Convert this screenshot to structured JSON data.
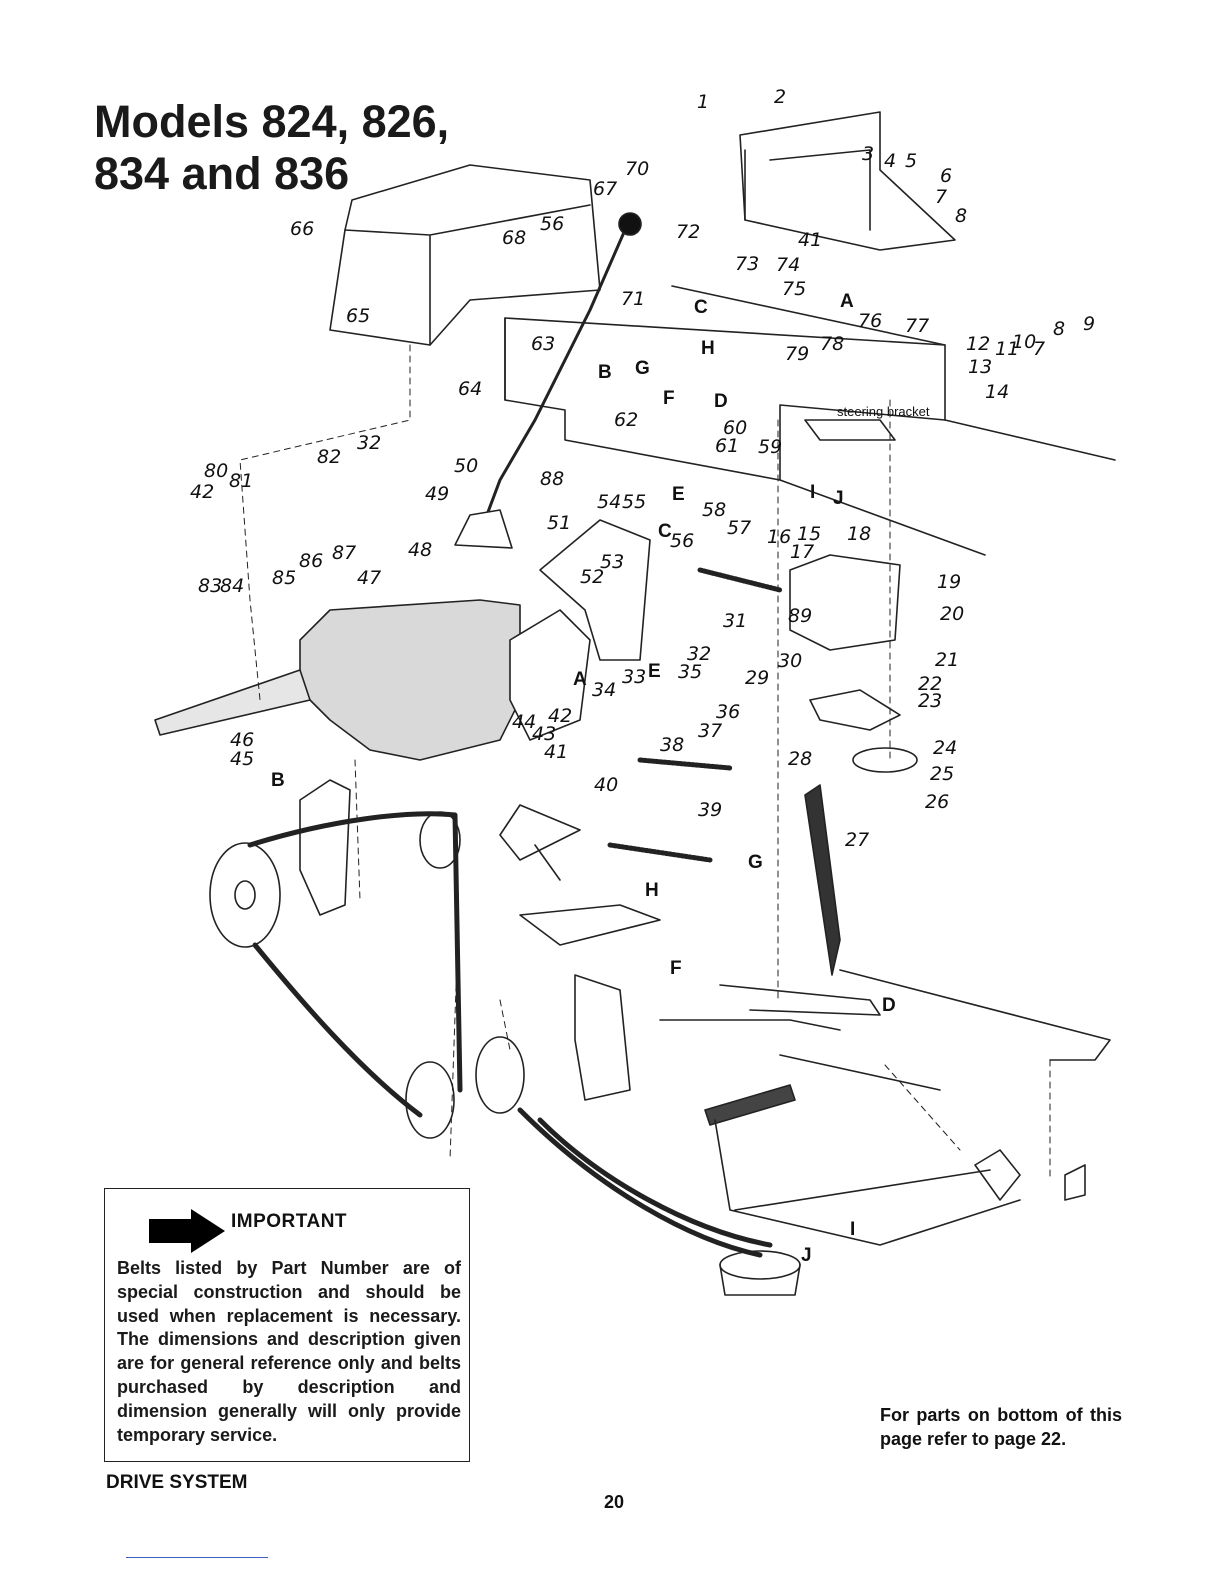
{
  "title": {
    "line1": "Models 824, 826,",
    "line2": "834 and 836"
  },
  "part_numbers": [
    "1",
    "2",
    "3",
    "4",
    "5",
    "6",
    "7",
    "8",
    "9",
    "10",
    "11",
    "12",
    "13",
    "14",
    "15",
    "16",
    "17",
    "18",
    "19",
    "20",
    "21",
    "22",
    "23",
    "24",
    "25",
    "26",
    "27",
    "28",
    "29",
    "30",
    "31",
    "32",
    "32",
    "33",
    "34",
    "35",
    "36",
    "37",
    "38",
    "39",
    "40",
    "41",
    "41",
    "42",
    "42",
    "43",
    "44",
    "45",
    "46",
    "47",
    "48",
    "49",
    "50",
    "51",
    "52",
    "53",
    "54",
    "55",
    "56",
    "56",
    "57",
    "58",
    "59",
    "60",
    "61",
    "62",
    "63",
    "64",
    "65",
    "66",
    "67",
    "68",
    "70",
    "71",
    "72",
    "73",
    "74",
    "75",
    "76",
    "77",
    "78",
    "79",
    "80",
    "81",
    "82",
    "83",
    "84",
    "85",
    "86",
    "87",
    "88",
    "89",
    "7",
    "8"
  ],
  "connection_letters": [
    "A",
    "B",
    "C",
    "D",
    "E",
    "F",
    "G",
    "H",
    "I",
    "J",
    "A",
    "B",
    "C",
    "D",
    "E",
    "F",
    "G",
    "H",
    "I",
    "J"
  ],
  "callout": "steering bracket",
  "important": {
    "heading": "IMPORTANT",
    "text": "Belts listed by Part Number are of special construction and should be used when replacement is necessary. The dimensions and description given are for general reference only and belts purchased by description and dimension generally will only provide temporary service."
  },
  "section_label": "DRIVE SYSTEM",
  "page_number": "20",
  "reference_note": "For parts on bottom of this page refer to page 22."
}
